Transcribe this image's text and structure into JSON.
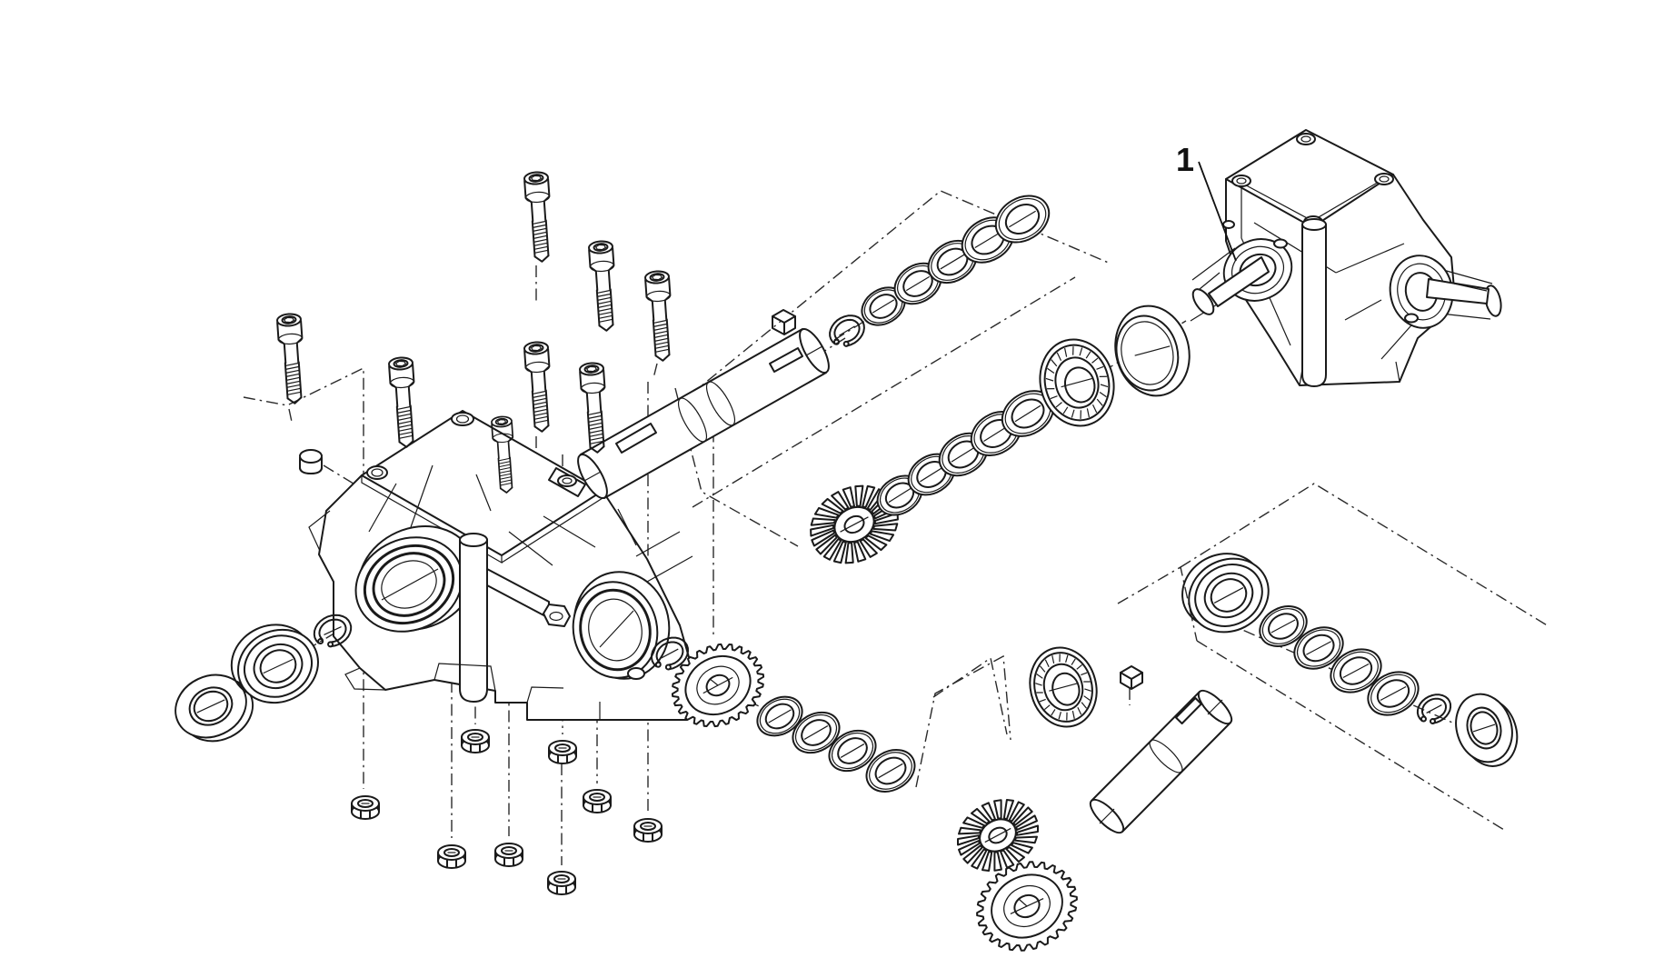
{
  "figure": {
    "type": "exploded-parts-diagram",
    "subject": "right-angle bevel gearbox",
    "background_color": "#ffffff",
    "ink_color": "#1a1a1a"
  },
  "callouts": [
    {
      "label": "1",
      "target": "assembled-gearbox-unit"
    }
  ],
  "parts": [
    "assembled gearbox (item 1)",
    "gear housing",
    "housing cover plate",
    "socket-head cap screw x8",
    "hex flange nut x8",
    "sealing plug",
    "dowel pin",
    "input shaft",
    "output shaft",
    "shaft key x2",
    "external snap ring x4",
    "shim washer set",
    "bevel crown gear x2",
    "spur ring gear x2",
    "tapered roller bearing x2",
    "deep-groove ball bearing x2",
    "oil seal x2",
    "bearing race ring"
  ]
}
